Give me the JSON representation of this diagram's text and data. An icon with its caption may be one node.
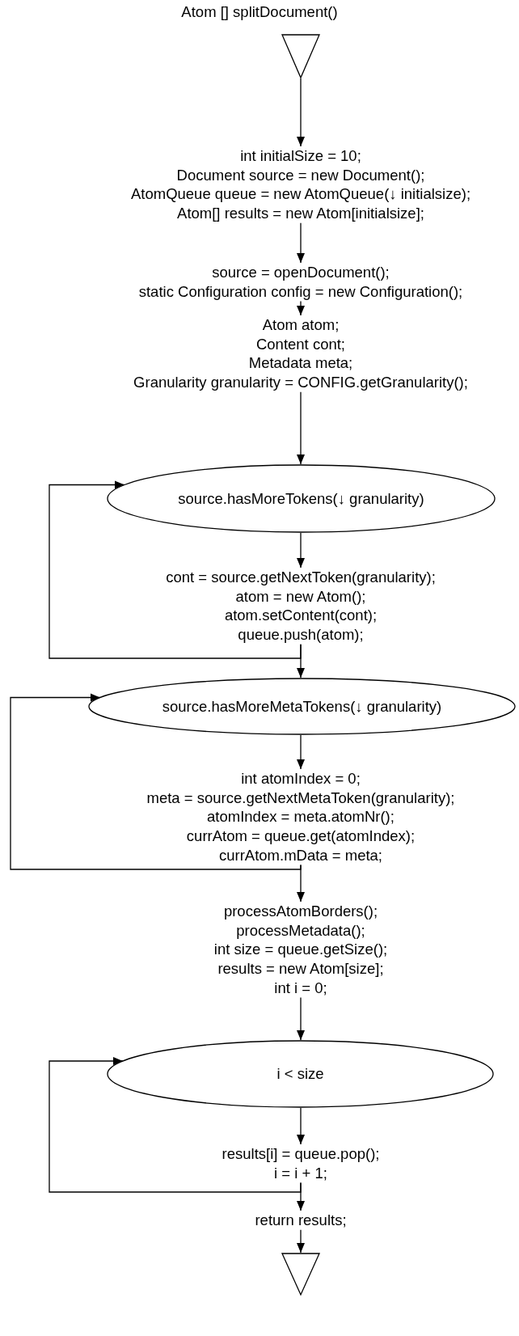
{
  "diagram": {
    "title": "Atom [] splitDocument()",
    "nodes": [
      {
        "text": [],
        "shape": "triangle"
      },
      {
        "text": [
          "int initialSize = 10;",
          "Document source = new Document();",
          "AtomQueue queue = new AtomQueue(↓ initialsize);",
          "Atom[] results = new Atom[initialsize];"
        ]
      },
      {
        "text": [
          "source = openDocument();",
          "static Configuration config = new Configuration();"
        ]
      },
      {
        "text": [
          "Atom atom;",
          "Content cont;",
          "Metadata meta;",
          "Granularity granularity = CONFIG.getGranularity();"
        ]
      },
      {
        "text": [
          "source.hasMoreTokens(↓ granularity)"
        ]
      },
      {
        "text": [
          "cont = source.getNextToken(granularity);",
          "atom = new Atom();",
          "atom.setContent(cont);",
          "queue.push(atom);"
        ]
      },
      {
        "text": [
          "source.hasMoreMetaTokens(↓ granularity)"
        ]
      },
      {
        "text": [
          "int atomIndex = 0;",
          "meta = source.getNextMetaToken(granularity);",
          "atomIndex = meta.atomNr();",
          "currAtom = queue.get(atomIndex);",
          "currAtom.mData = meta;"
        ]
      },
      {
        "text": [
          "processAtomBorders();",
          "processMetadata();",
          "int size = queue.getSize();",
          "results = new Atom[size];",
          "int i = 0;"
        ]
      },
      {
        "text": [
          "i < size"
        ]
      },
      {
        "text": [
          "results[i] = queue.pop();",
          "i = i + 1;"
        ]
      },
      {
        "text": [
          "return results;"
        ]
      },
      {
        "text": [],
        "shape": "triangle"
      }
    ],
    "edges": [
      {
        "from": 0,
        "to": 1,
        "arrow": "to"
      },
      {
        "from": 1,
        "to": 2,
        "arrow": "to"
      },
      {
        "from": 2,
        "to": 3,
        "arrow": "to"
      },
      {
        "from": 3,
        "to": 4,
        "arrow": "to"
      },
      {
        "from": 4,
        "to": 5,
        "arrow": "to"
      },
      {
        "from": 5,
        "to": 4,
        "arrow": "to"
      },
      {
        "from": 5,
        "to": 6,
        "arrow": "to"
      },
      {
        "from": 6,
        "to": 7,
        "arrow": "to"
      },
      {
        "from": 7,
        "to": 6,
        "arrow": "to"
      },
      {
        "from": 7,
        "to": 8,
        "arrow": "to"
      },
      {
        "from": 8,
        "to": 9,
        "arrow": "to"
      },
      {
        "from": 9,
        "to": 10,
        "arrow": "to"
      },
      {
        "from": 10,
        "to": 9,
        "arrow": "to"
      },
      {
        "from": 10,
        "to": 11,
        "arrow": "to"
      },
      {
        "from": 11,
        "to": 12,
        "arrow": "to"
      }
    ]
  }
}
